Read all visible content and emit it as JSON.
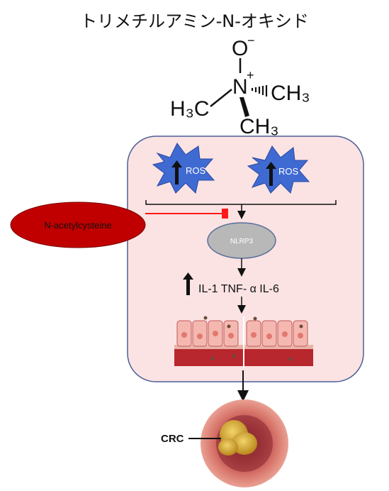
{
  "title": "トリメチルアミン-N-オキシド",
  "molecule": {
    "oxygen": "O",
    "charge_minus": "−",
    "nitrogen": "N",
    "charge_plus": "+",
    "left_methyl": "H₃C",
    "right_methyl": "CH₃",
    "bottom_methyl": "CH₃"
  },
  "ros": [
    "ROS",
    "ROS"
  ],
  "inhibitor": "N-acetylcysteine",
  "nlrp3": "NLRP3",
  "cytokines": "IL-1  TNF- α IL-6",
  "outcome": "CRC",
  "colors": {
    "cell_box": "#fbe3e3",
    "cell_border": "#4a5f96",
    "ros_fill": "#3f6ad1",
    "inhibitor_fill": "#c00000",
    "inhibit_line": "#ff1a1a",
    "nlrp3_fill": "#b8b8b8",
    "colon": "#d9776c",
    "tumor": "#d4a52d"
  }
}
